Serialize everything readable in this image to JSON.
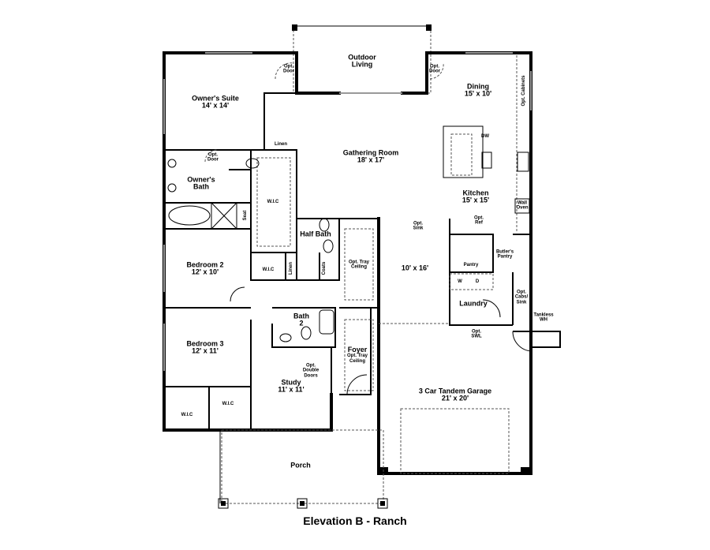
{
  "title": "Elevation B - Ranch",
  "rooms": [
    {
      "name": "Outdoor Living",
      "dims": ""
    },
    {
      "name": "Owner's Suite",
      "dims": "14' x 14'"
    },
    {
      "name": "Dining",
      "dims": "15' x 10'"
    },
    {
      "name": "Gathering Room",
      "dims": "18' x 17'"
    },
    {
      "name": "Owner's Bath",
      "dims": ""
    },
    {
      "name": "Kitchen",
      "dims": "15' x 15'"
    },
    {
      "name": "Bedroom 2",
      "dims": "12' x 10'"
    },
    {
      "name": "",
      "dims": "10' x 16'"
    },
    {
      "name": "Laundry",
      "dims": ""
    },
    {
      "name": "Bedroom 3",
      "dims": "12' x 11'"
    },
    {
      "name": "Study",
      "dims": "11' x 11'"
    },
    {
      "name": "3 Car Tandem Garage",
      "dims": "21' x 20'"
    },
    {
      "name": "Porch",
      "dims": ""
    },
    {
      "name": "Foyer",
      "dims": "Opt. Tray Ceiling"
    },
    {
      "name": "Half Bath",
      "dims": ""
    },
    {
      "name": "Bath",
      "dims": "2"
    }
  ],
  "small_labels": [
    "Opt. Door",
    "Opt. Door",
    "Opt. Door",
    "Linen",
    "W.I.C",
    "Seat",
    "W.I.C",
    "Linen",
    "Coats",
    "Opt. Tray Ceiling",
    "Opt. Cabinets",
    "DW",
    "Wall Oven",
    "Opt. Sink",
    "Opt. Ref",
    "Butler's Pantry",
    "Pantry",
    "W",
    "D",
    "Opt. Cabs/ Sink",
    "Tankless WH",
    "Opt. SWL",
    "Opt. Double Doors",
    "W.I.C",
    "W.I.C"
  ]
}
